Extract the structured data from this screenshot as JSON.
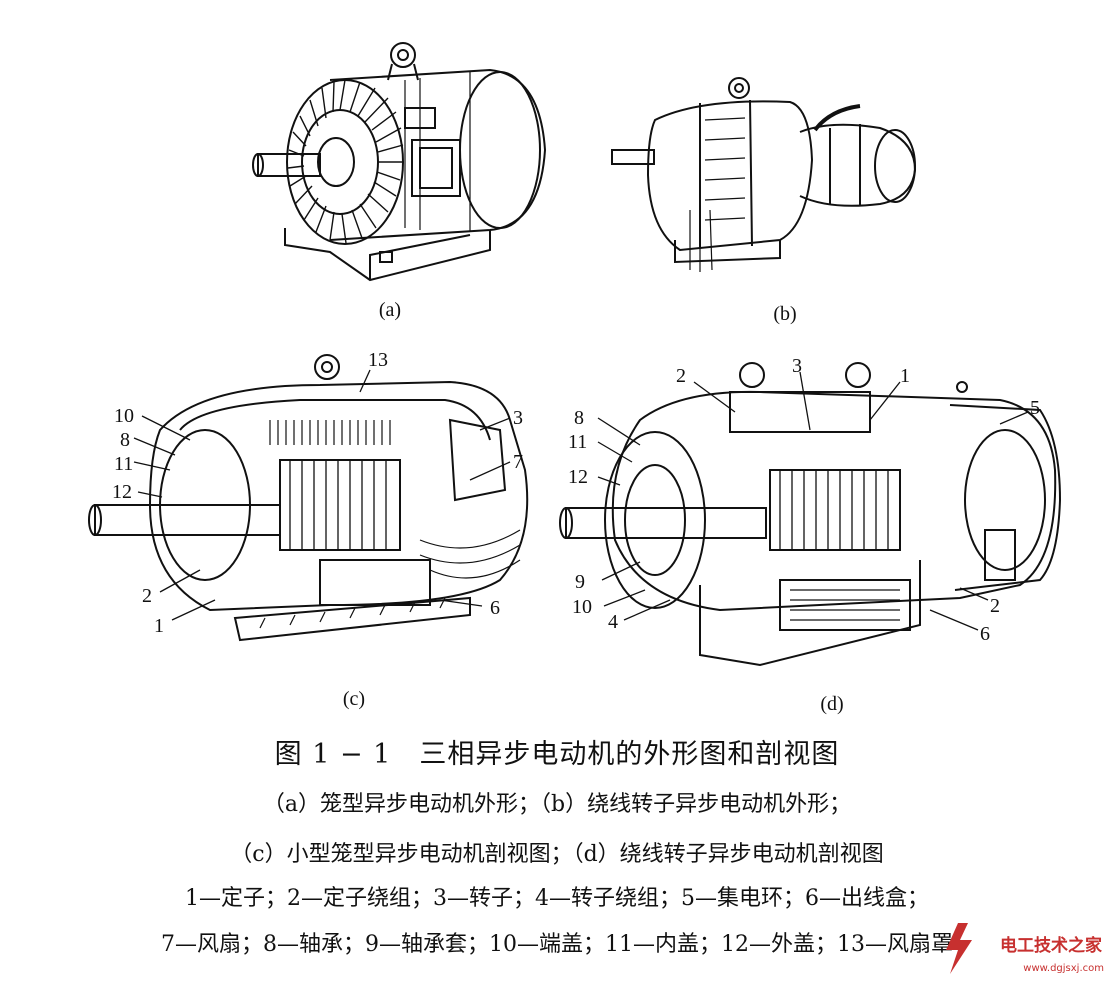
{
  "subfigures": {
    "a": "(a)",
    "b": "(b)",
    "c": "(c)",
    "d": "(d)"
  },
  "callouts_c": {
    "c13": "13",
    "c10": "10",
    "c8": "8",
    "c11": "11",
    "c12": "12",
    "c3": "3",
    "c7": "7",
    "c2": "2",
    "c1": "1",
    "c6": "6"
  },
  "callouts_d": {
    "d2a": "2",
    "d3": "3",
    "d1": "1",
    "d5": "5",
    "d8": "8",
    "d11": "11",
    "d12": "12",
    "d9": "9",
    "d10": "10",
    "d4": "4",
    "d2b": "2",
    "d6": "6"
  },
  "caption": {
    "figure_number": "图 1 − 1",
    "title": "三相异步电动机的外形图和剖视图",
    "line1": "（a）笼型异步电动机外形；（b）绕线转子异步电动机外形；",
    "line2": "（c）小型笼型异步电动机剖视图；（d）绕线转子异步电动机剖视图",
    "line3": "1—定子；2—定子绕组；3—转子；4—转子绕组；5—集电环；6—出线盒；",
    "line4": "7—风扇；8—轴承；9—轴承套；10—端盖；11—内盖；12—外盖；13—风扇罩"
  },
  "watermark": {
    "text": "电工技术之家",
    "url": "www.dgjsxj.com"
  },
  "colors": {
    "ink": "#111111",
    "watermark": "#c7302f"
  }
}
